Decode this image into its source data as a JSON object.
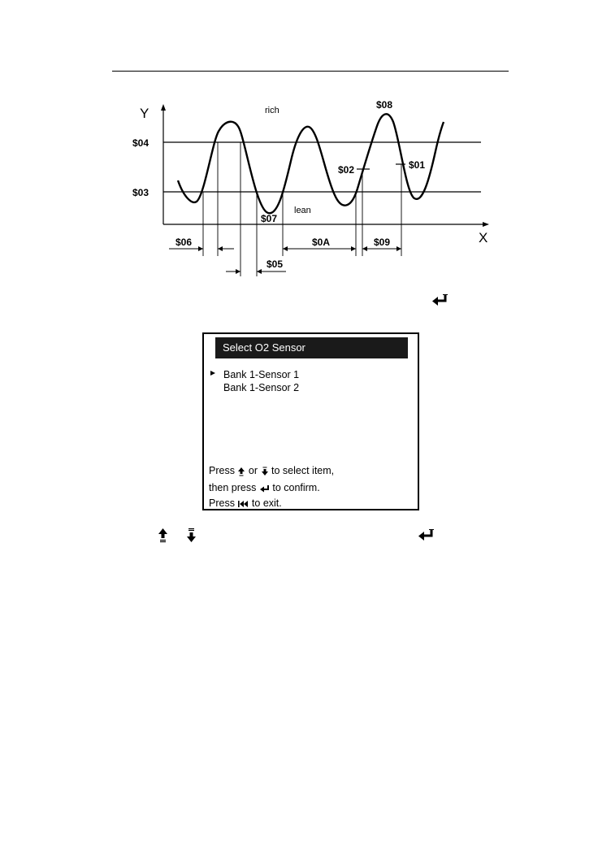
{
  "graph": {
    "axis_y": "Y",
    "axis_x": "X",
    "rich": "rich",
    "lean": "lean",
    "level_high": "$04",
    "level_low": "$03",
    "max_label": "$08",
    "min_label": "$07",
    "rich_to_lean_label": "$02",
    "lean_to_rich_label": "$01",
    "t06": "$06",
    "t05": "$05",
    "t0A": "$0A",
    "t09": "$09"
  },
  "icons": {
    "enter": "enter-icon",
    "up": "up-arrow-icon",
    "down": "down-arrow-icon",
    "back": "back-icon"
  },
  "screen": {
    "title": "Select O2 Sensor",
    "items": [
      "Bank 1-Sensor 1",
      "Bank 1-Sensor 2"
    ],
    "selected_index": 0,
    "help": {
      "l1_a": "Press",
      "l1_b": "or",
      "l1_c": "to select item,",
      "l2_a": "then press",
      "l2_b": "to confirm.",
      "l3_a": "Press",
      "l3_b": "to exit."
    }
  }
}
